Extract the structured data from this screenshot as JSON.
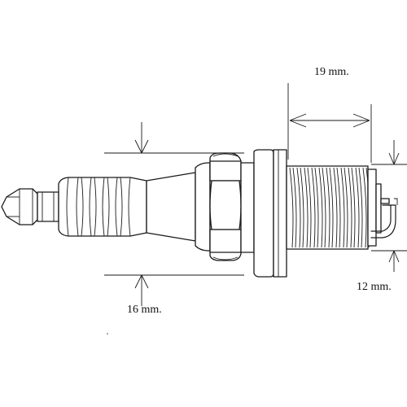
{
  "dimensions": {
    "thread_length": "19 mm.",
    "hex_body_size": "16 mm.",
    "thread_diameter": "12 mm."
  }
}
